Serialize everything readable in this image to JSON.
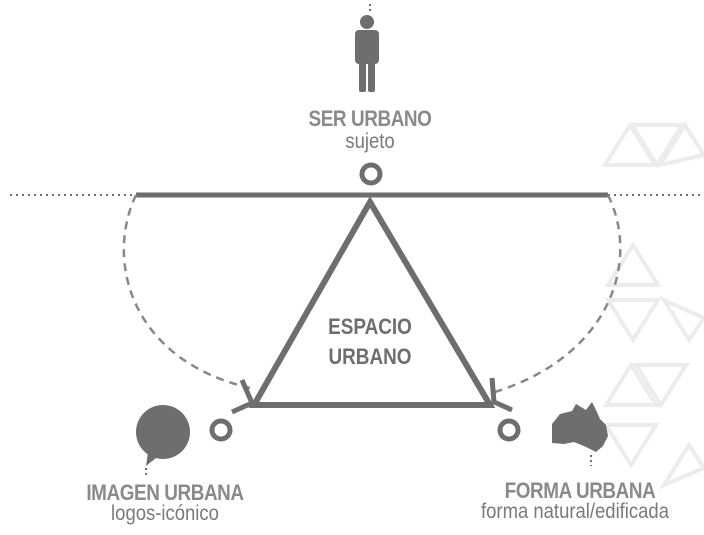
{
  "colors": {
    "primary": "#6e6e6e",
    "title": "#8a8a8a",
    "subtitle": "#7a7a7a",
    "dashed": "#888888",
    "watermark": "#ececec",
    "background": "#ffffff"
  },
  "nodes": {
    "top": {
      "title": "SER URBANO",
      "subtitle": "sujeto",
      "icon": "person-icon"
    },
    "left": {
      "title": "IMAGEN URBANA",
      "subtitle": "logos-icónico",
      "icon": "speech-bubble-icon"
    },
    "right": {
      "title": "FORMA URBANA",
      "subtitle": "forma natural/edificada",
      "icon": "australia-map-icon"
    }
  },
  "center": {
    "line1": "ESPACIO",
    "line2": "URBANO"
  }
}
